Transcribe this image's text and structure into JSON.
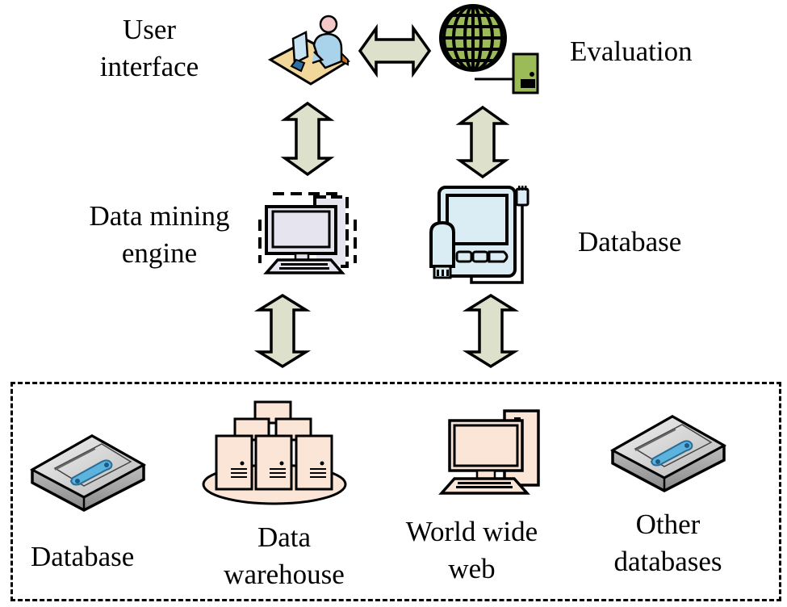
{
  "diagram": {
    "title": "Data mining system architecture",
    "nodes": {
      "user_interface": {
        "line1": "User",
        "line2": "interface",
        "icon": "user-at-computer-icon"
      },
      "evaluation": {
        "label": "Evaluation",
        "icon": "globe-server-icon"
      },
      "data_mining_engine": {
        "line1": "Data mining",
        "line2": "engine",
        "icon": "desktop-computer-icon"
      },
      "database_top": {
        "label": "Database",
        "icon": "pda-device-icon"
      }
    },
    "sources": {
      "database": {
        "label": "Database",
        "icon": "storage-cartridge-icon"
      },
      "data_warehouse": {
        "line1": "Data",
        "line2": "warehouse",
        "icon": "server-cluster-icon"
      },
      "world_wide_web": {
        "line1": "World wide",
        "line2": "web",
        "icon": "desktop-computer-icon"
      },
      "other_databases": {
        "line1": "Other",
        "line2": "databases",
        "icon": "storage-cartridge-icon"
      }
    },
    "edges": [
      {
        "from": "user_interface",
        "to": "evaluation",
        "type": "bidirectional"
      },
      {
        "from": "user_interface",
        "to": "data_mining_engine",
        "type": "bidirectional"
      },
      {
        "from": "evaluation",
        "to": "database_top",
        "type": "bidirectional"
      },
      {
        "from": "data_mining_engine",
        "to": "sources",
        "type": "bidirectional"
      },
      {
        "from": "database_top",
        "to": "sources",
        "type": "bidirectional"
      }
    ],
    "colors": {
      "arrow_fill": "#dde1cc",
      "globe_green": "#9bbb59",
      "pda_blue": "#daedf4",
      "monitor_lavender": "#e6e4ef",
      "peach": "#fbe5d6",
      "desk_tan": "#f2d79a",
      "person_blue": "#a9d3ea"
    }
  }
}
